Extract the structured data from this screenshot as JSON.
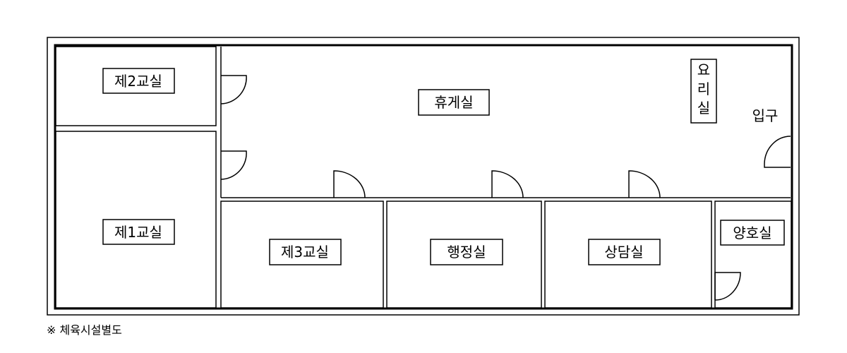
{
  "rooms": {
    "classroom2": "제2교실",
    "classroom1": "제1교실",
    "lounge": "휴게실",
    "kitchen": [
      "요",
      "리",
      "실"
    ],
    "entrance": "입구",
    "classroom3": "제3교실",
    "admin": "행정실",
    "counseling": "상담실",
    "infirmary": "양호실"
  },
  "note": "※ 체육시설별도"
}
